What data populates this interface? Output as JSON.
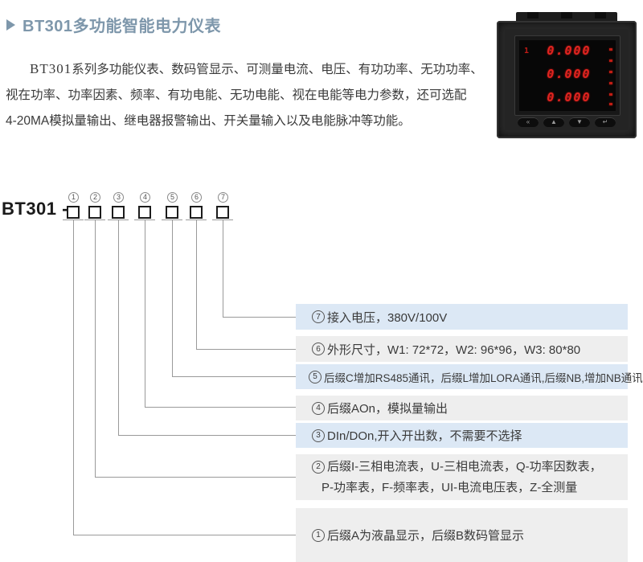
{
  "colors": {
    "title_accent": "#7e97ab",
    "body_text": "#3a3a3a",
    "box_blue": "#dce8f5",
    "box_gray": "#eeeeee",
    "connector_line": "#9a9a9a",
    "led_red": "#e02420",
    "meter_body": "#292929"
  },
  "header": {
    "title": "BT301多功能智能电力仪表"
  },
  "intro": {
    "brand": "BT301",
    "line1_rest": "系列多功能仪表、数码管显示、可测量电流、电压、有功功率、无功功率、",
    "line2": "视在功率、功率因素、频率、有功电能、无功电能、视在电能等电力参数，还可选配",
    "line3": "4-20MA模拟量输出、继电器报警输出、开关量输入以及电能脉冲等功能。"
  },
  "meter": {
    "display_rows": [
      "0.000",
      "0.000",
      "0.000"
    ],
    "row1_prefix": "1",
    "buttons": [
      "«",
      "▲",
      "▼",
      "↵"
    ]
  },
  "model": {
    "label": "BT301 -",
    "positions": [
      "1",
      "2",
      "3",
      "4",
      "5",
      "6",
      "7"
    ]
  },
  "options": [
    {
      "num": "7",
      "label": "接入电压，380V/100V"
    },
    {
      "num": "6",
      "label": "外形尺寸，W1: 72*72，W2: 96*96，W3: 80*80"
    },
    {
      "num": "5",
      "label": "后缀C增加RS485通讯，后缀L增加LORA通讯,后缀NB,增加NB通讯"
    },
    {
      "num": "4",
      "label": "后缀AOn，模拟量输出"
    },
    {
      "num": "3",
      "label": "DIn/DOn,开入开出数，不需要不选择"
    },
    {
      "num": "2",
      "label": "后缀I-三相电流表，U-三相电流表，Q-功率因数表，",
      "label2": "P-功率表，F-频率表，UI-电流电压表，Z-全测量"
    },
    {
      "num": "1",
      "label": "后缀A为液晶显示，后缀B数码管显示"
    }
  ]
}
